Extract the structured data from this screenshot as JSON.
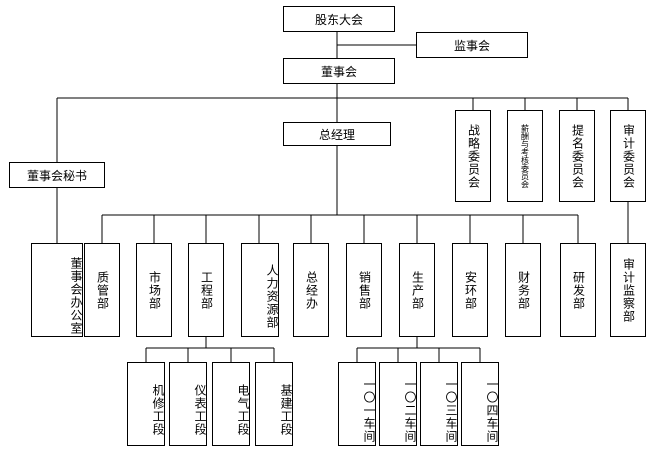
{
  "top": {
    "shareholders": "股东大会",
    "supervisors": "监事会",
    "board": "董事会",
    "board_secretary": "董事会秘书",
    "general_manager": "总经理"
  },
  "committees": [
    "战略委员会",
    "薪酬与考核委员会",
    "提名委员会",
    "审计委员会"
  ],
  "secretary_office": "董事会办公室",
  "departments": [
    "质管部",
    "市场部",
    "工程部",
    "人力资源部",
    "总经办",
    "销售部",
    "生产部",
    "安环部",
    "财务部",
    "研发部"
  ],
  "audit_dept": "审计监察部",
  "engineering_sections": [
    "机修工段",
    "仪表工段",
    "电气工段",
    "基建工段"
  ],
  "workshops": [
    "一〇一车间",
    "一〇二车间",
    "一〇三车间",
    "一〇四车间"
  ]
}
